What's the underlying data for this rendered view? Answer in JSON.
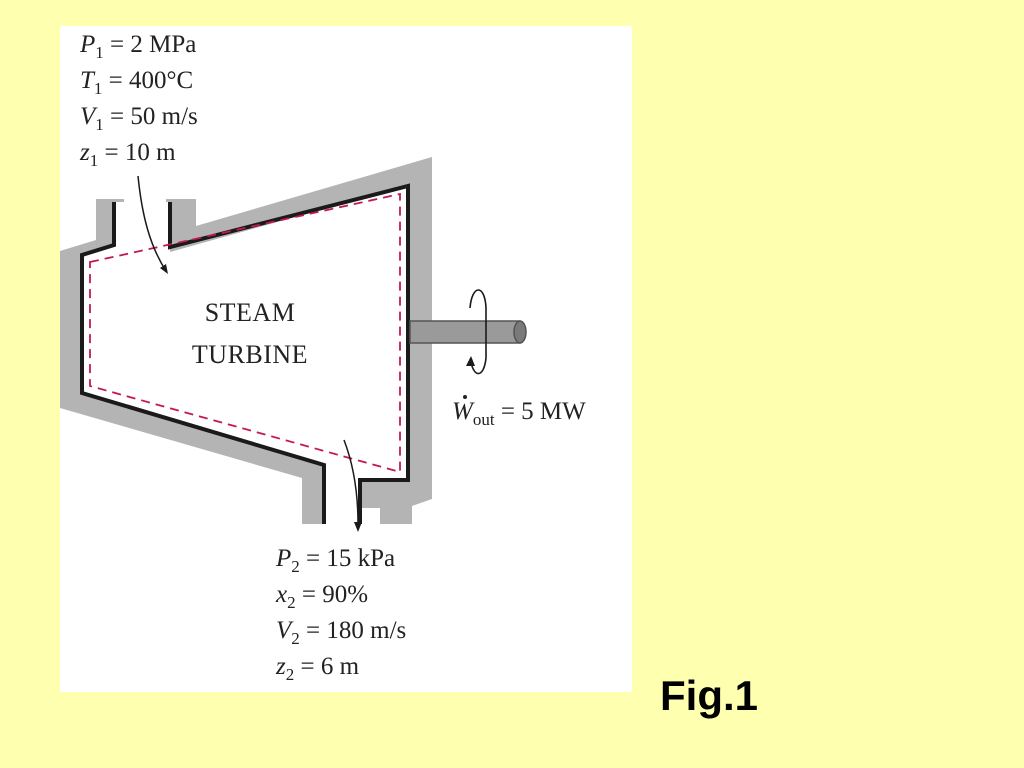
{
  "inlet": {
    "P": {
      "sym": "P",
      "sub": "1",
      "val": " = 2 MPa"
    },
    "T": {
      "sym": "T",
      "sub": "1",
      "val": " = 400°C"
    },
    "V": {
      "sym": "V",
      "sub": "1",
      "val": " = 50 m/s"
    },
    "z": {
      "sym": "z",
      "sub": "1",
      "val": " = 10 m"
    }
  },
  "outlet": {
    "P": {
      "sym": "P",
      "sub": "2",
      "val": " = 15 kPa"
    },
    "x": {
      "sym": "x",
      "sub": "2",
      "val": " = 90%"
    },
    "V": {
      "sym": "V",
      "sub": "2",
      "val": " = 180 m/s"
    },
    "z": {
      "sym": "z",
      "sub": "2",
      "val": " = 6 m"
    }
  },
  "turbine": {
    "line1": "STEAM",
    "line2": "TURBINE"
  },
  "work": {
    "sym": "W",
    "sub": "out",
    "val": " = 5 MW"
  },
  "figure_label": "Fig.1",
  "colors": {
    "background": "#ffffb0",
    "casing": "#b4b4b4",
    "outline": "#1a1a1a",
    "control_volume": "#c2185b",
    "shaft": "#9a9a9a"
  }
}
